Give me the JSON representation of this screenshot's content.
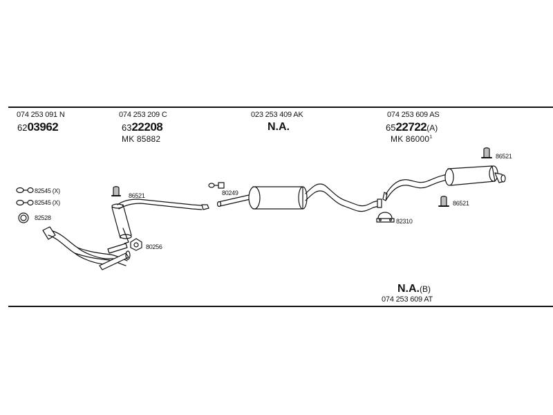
{
  "sections": [
    {
      "oe": "074 253 091 N",
      "prefix": "62",
      "number": "03962"
    },
    {
      "oe": "074 253 209 C",
      "prefix": "63",
      "number": "22208",
      "mk": "MK 85882"
    },
    {
      "oe": "023 253 409 AK",
      "number": "N.A."
    },
    {
      "oe": "074 253 609 AS",
      "prefix": "65",
      "number": "22722",
      "suffix": "(A)",
      "mk": "MK 86000",
      "mk_sup": "1"
    }
  ],
  "bottom": {
    "number": "N.A.",
    "suffix": "(B)",
    "oe": "074 253 609 AT"
  },
  "parts": {
    "clamp_x_1": "82545 (X)",
    "clamp_x_2": "82545 (X)",
    "ring_front": "82528",
    "hanger_front": "86521",
    "gasket_front": "80256",
    "clamp_middle": "80249",
    "clamp_rear": "82310",
    "hanger_rear_top": "86521",
    "hanger_rear_bottom": "86521"
  },
  "colors": {
    "line": "#111111",
    "fill": "#ffffff",
    "shade": "#bdbdbd"
  }
}
